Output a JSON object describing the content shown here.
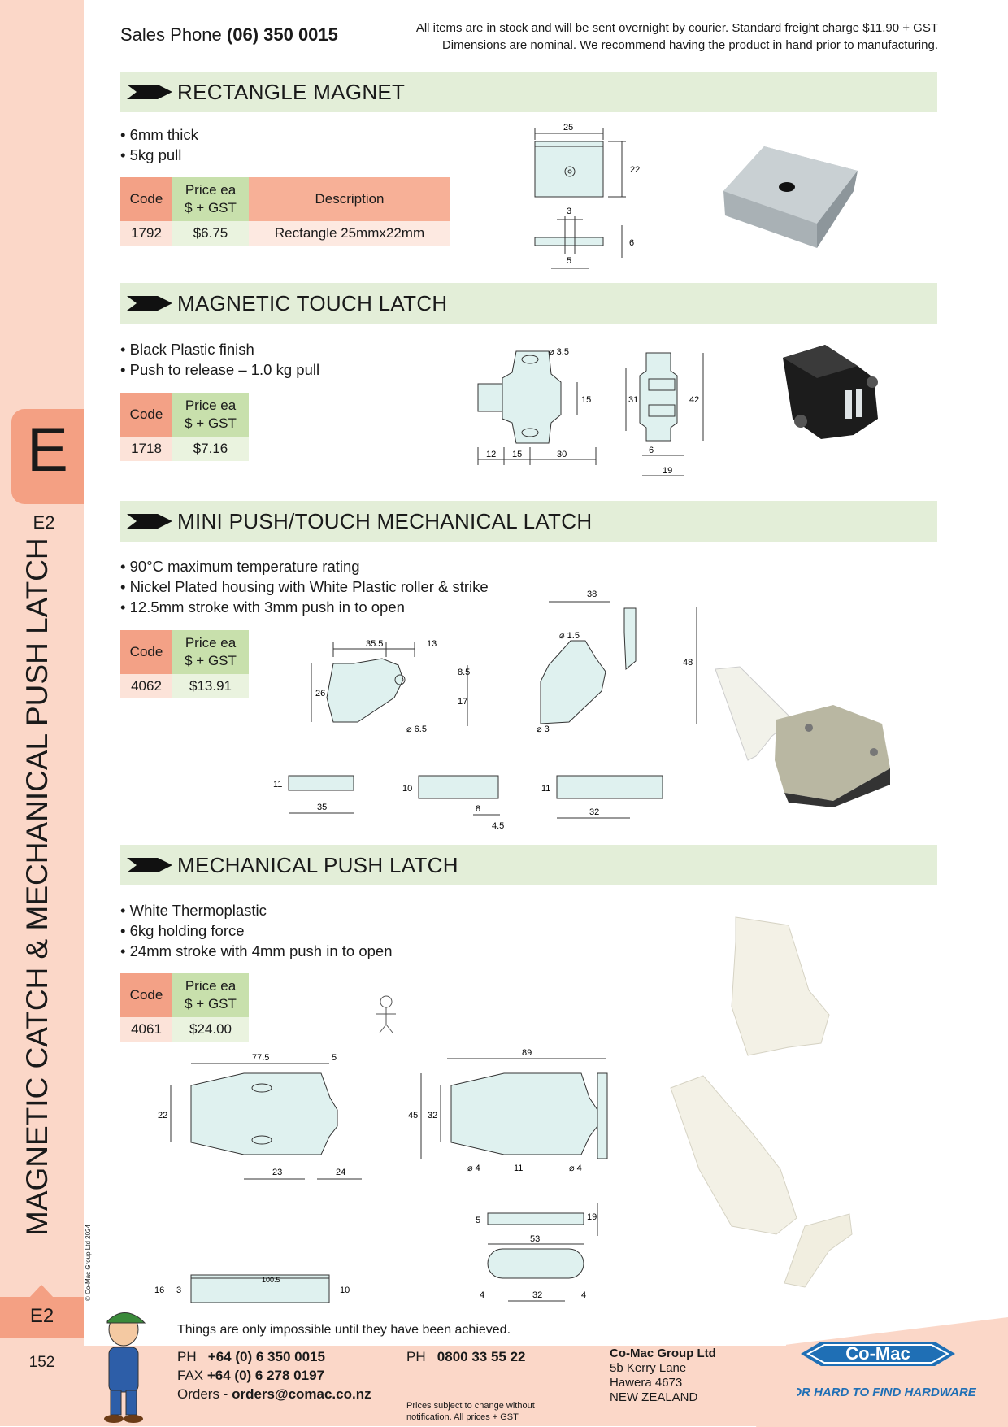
{
  "sidebar": {
    "tab_letter": "E",
    "sub_label": "E2",
    "vertical_title": "MAGNETIC CATCH & MECHANICAL PUSH LATCH",
    "bottom_label": "E2",
    "page_number": "152",
    "copyright": "© Co-Mac Group Ltd 2024"
  },
  "header": {
    "sales_label": "Sales Phone",
    "sales_phone": "(06) 350 0015",
    "notice_line1": "All items are in stock and will be sent overnight by courier. Standard freight charge $11.90 + GST",
    "notice_line2": "Dimensions are nominal. We recommend having the product in hand prior to manufacturing."
  },
  "table_headers": {
    "code": "Code",
    "price_line1": "Price ea",
    "price_line2": "$ + GST",
    "description": "Description"
  },
  "sections": [
    {
      "title": "RECTANGLE MAGNET",
      "bullets": [
        "6mm thick",
        "5kg pull"
      ],
      "rows": [
        {
          "code": "1792",
          "price": "$6.75",
          "description": "Rectangle 25mmx22mm"
        }
      ],
      "dims": [
        "25",
        "22",
        "3",
        "5",
        "6"
      ]
    },
    {
      "title": "MAGNETIC TOUCH LATCH",
      "bullets": [
        "Black Plastic finish",
        "Push to release – 1.0 kg pull"
      ],
      "rows": [
        {
          "code": "1718",
          "price": "$7.16"
        }
      ],
      "dims": [
        "⌀ 3.5",
        "15",
        "31",
        "42",
        "12",
        "15",
        "30",
        "6",
        "19"
      ]
    },
    {
      "title": "MINI PUSH/TOUCH MECHANICAL LATCH",
      "bullets": [
        "90°C maximum temperature rating",
        "Nickel Plated housing with White Plastic roller & strike",
        "12.5mm stroke with 3mm push in to open"
      ],
      "rows": [
        {
          "code": "4062",
          "price": "$13.91"
        }
      ],
      "dims": [
        "35.5",
        "13",
        "26",
        "8.5",
        "17",
        "⌀ 6.5",
        "38",
        "⌀ 1.5",
        "48",
        "⌀ 3",
        "11",
        "35",
        "10",
        "8",
        "4.5",
        "11",
        "32"
      ]
    },
    {
      "title": "MECHANICAL PUSH LATCH",
      "bullets": [
        "White Thermoplastic",
        "6kg holding force",
        "24mm stroke with 4mm push in to open"
      ],
      "rows": [
        {
          "code": "4061",
          "price": "$24.00"
        }
      ],
      "dims": [
        "77.5",
        "5",
        "22",
        "23",
        "24",
        "89",
        "45",
        "32",
        "⌀ 4",
        "11",
        "⌀ 4",
        "16",
        "3",
        "10",
        "100.5",
        "19",
        "5",
        "53",
        "4",
        "32",
        "4"
      ]
    }
  ],
  "footer": {
    "motto": "Things are only impossible until they have been achieved.",
    "ph_label": "PH",
    "ph_value": "+64 (0) 6 350 0015",
    "fax_label": "FAX",
    "fax_value": "+64 (0) 6 278 0197",
    "orders_label": "Orders -",
    "orders_value": "orders@comac.co.nz",
    "ph2_label": "PH",
    "ph2_value": "0800 33 55 22",
    "small_line1": "Prices subject to change without",
    "small_line2": "notification. All prices + GST",
    "company": "Co-Mac Group Ltd",
    "addr1": "5b Kerry Lane",
    "addr2": "Hawera 4673",
    "addr3": "NEW ZEALAND",
    "logo_text": "Co-Mac",
    "tagline": "FOR HARD TO FIND HARDWARE"
  },
  "colors": {
    "sidebar": "#fbd7c8",
    "tab": "#f4a083",
    "section_bar": "#e3eed8",
    "code_header": "#f3a186",
    "price_header": "#c8e0ac",
    "logo_blue": "#1f6fb5"
  }
}
